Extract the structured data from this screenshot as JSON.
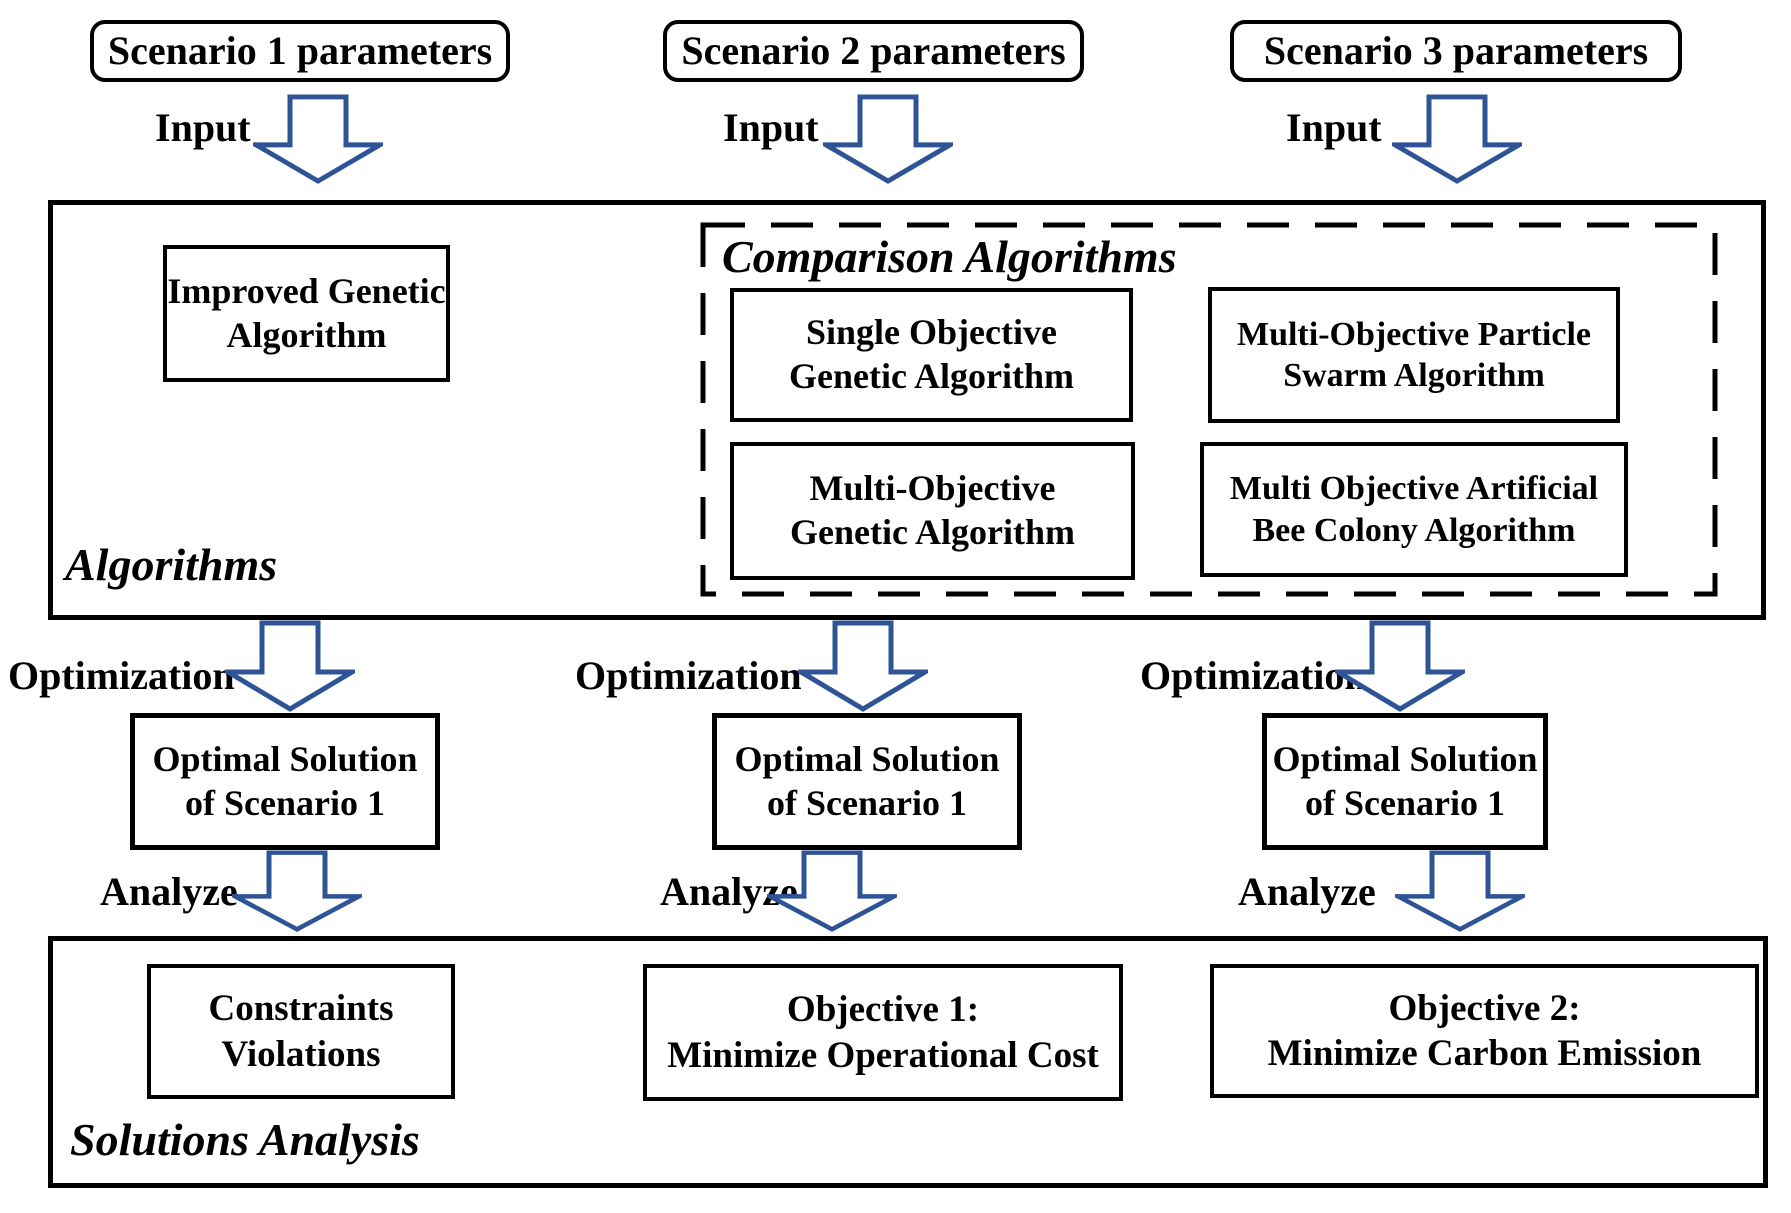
{
  "colors": {
    "arrow": "#2f5496",
    "line": "#000000"
  },
  "scenarios": {
    "s1": "Scenario 1 parameters",
    "s2": "Scenario 2 parameters",
    "s3": "Scenario 3 parameters"
  },
  "labels": {
    "input": "Input",
    "optimization": "Optimization",
    "analyze": "Analyze"
  },
  "algorithms": {
    "title": "Algorithms",
    "improved_ga": "Improved Genetic\nAlgorithm",
    "comparison_title": "Comparison Algorithms",
    "single_objective_ga": "Single Objective\nGenetic Algorithm",
    "multi_objective_ga": "Multi-Objective\nGenetic Algorithm",
    "mo_particle_swarm": "Multi-Objective Particle\nSwarm Algorithm",
    "mo_artificial_bee_colony": "Multi Objective Artificial\nBee Colony Algorithm"
  },
  "solutions": {
    "s1": "Optimal Solution\nof Scenario 1",
    "s2": "Optimal Solution\nof Scenario 1",
    "s3": "Optimal Solution\nof Scenario 1"
  },
  "analysis": {
    "title": "Solutions Analysis",
    "constraints": "Constraints\nViolations",
    "objective1": "Objective 1:\nMinimize Operational Cost",
    "objective2": "Objective 2:\nMinimize Carbon Emission"
  }
}
